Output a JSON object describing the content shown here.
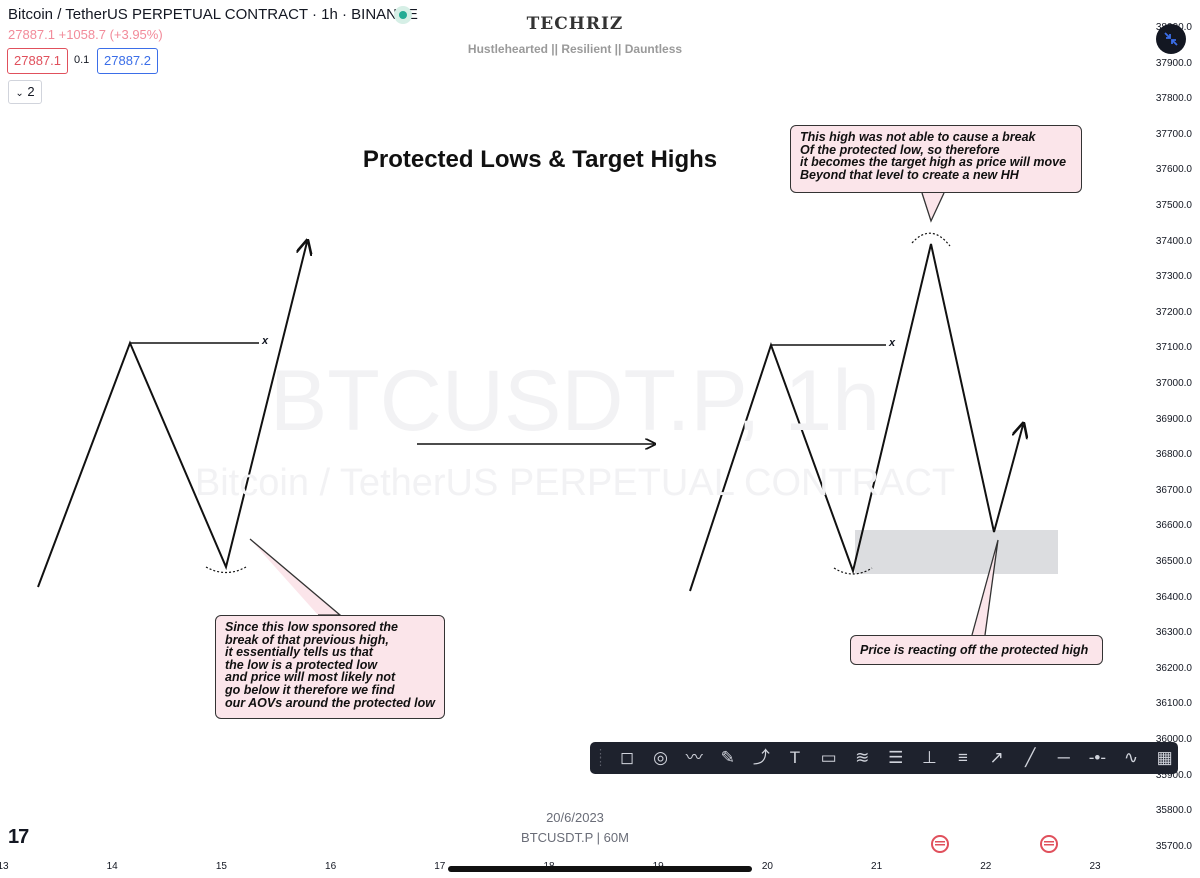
{
  "header": {
    "title": "Bitcoin / TetherUS PERPETUAL CONTRACT · 1h · BINANCE",
    "price_change": "27887.1 +1058.7 (+3.95%)",
    "bid": "27887.1",
    "spread": "0.1",
    "ask": "27887.2",
    "collapse_label": "2"
  },
  "brand": {
    "name": "TECHRIZ",
    "tagline": "Hustlehearted || Resilient || Dauntless"
  },
  "watermark": {
    "symbol": "BTCUSDT.P, 1h",
    "name": "Bitcoin / TetherUS PERPETUAL CONTRACT"
  },
  "chart_title": "Protected Lows & Target Highs",
  "annotations": {
    "left_note": "Since this low sponsored the\nbreak of that previous high,\nit essentially tells us that\nthe low is a protected low\nand price will most likely not\ngo below it therefore we find\nour AOVs around the protected low",
    "top_note": "This high was not able to cause a break\nOf the protected low, so therefore\nit becomes the target high as price will move\nBeyond that level to create a new HH",
    "right_note": "Price is reacting off the protected high",
    "x_marker": "x"
  },
  "price_axis": {
    "ticks": [
      "38000.0",
      "37900.0",
      "37800.0",
      "37700.0",
      "37600.0",
      "37500.0",
      "37400.0",
      "37300.0",
      "37200.0",
      "37100.0",
      "37000.0",
      "36900.0",
      "36800.0",
      "36700.0",
      "36600.0",
      "36500.0",
      "36400.0",
      "36300.0",
      "36200.0",
      "36100.0",
      "36000.0",
      "35900.0",
      "35800.0",
      "35700.0"
    ]
  },
  "time_axis": {
    "ticks": [
      "13",
      "14",
      "15",
      "16",
      "17",
      "18",
      "19",
      "20",
      "21",
      "22",
      "23"
    ]
  },
  "footer": {
    "date": "20/6/2023",
    "symbol": "BTCUSDT.P | 60M",
    "logo": "17"
  },
  "toolbar": {
    "tools": [
      "rectangle-icon",
      "circle-icon",
      "path-icon",
      "brush-icon",
      "curve-icon",
      "text-icon",
      "callout-icon",
      "parallel-channel-icon",
      "fib-retracement-icon",
      "long-position-icon",
      "price-range-icon",
      "arrow-icon",
      "trend-line-icon",
      "horizontal-ray-icon",
      "horizontal-line-icon",
      "arc-icon",
      "grid-icon"
    ],
    "glyphs": [
      "◻",
      "◎",
      "〰",
      "✎",
      "⤴",
      "T",
      "▭",
      "≋",
      "☰",
      "⊥",
      "≡",
      "↗",
      "╱",
      "─",
      "-•-",
      "∿",
      "▦"
    ]
  },
  "colors": {
    "bid": "#e0505c",
    "ask": "#3b6ee8",
    "note_bg": "#fbe5ea",
    "zone": "#dcdde0",
    "toolbar_bg": "#1e222d"
  }
}
